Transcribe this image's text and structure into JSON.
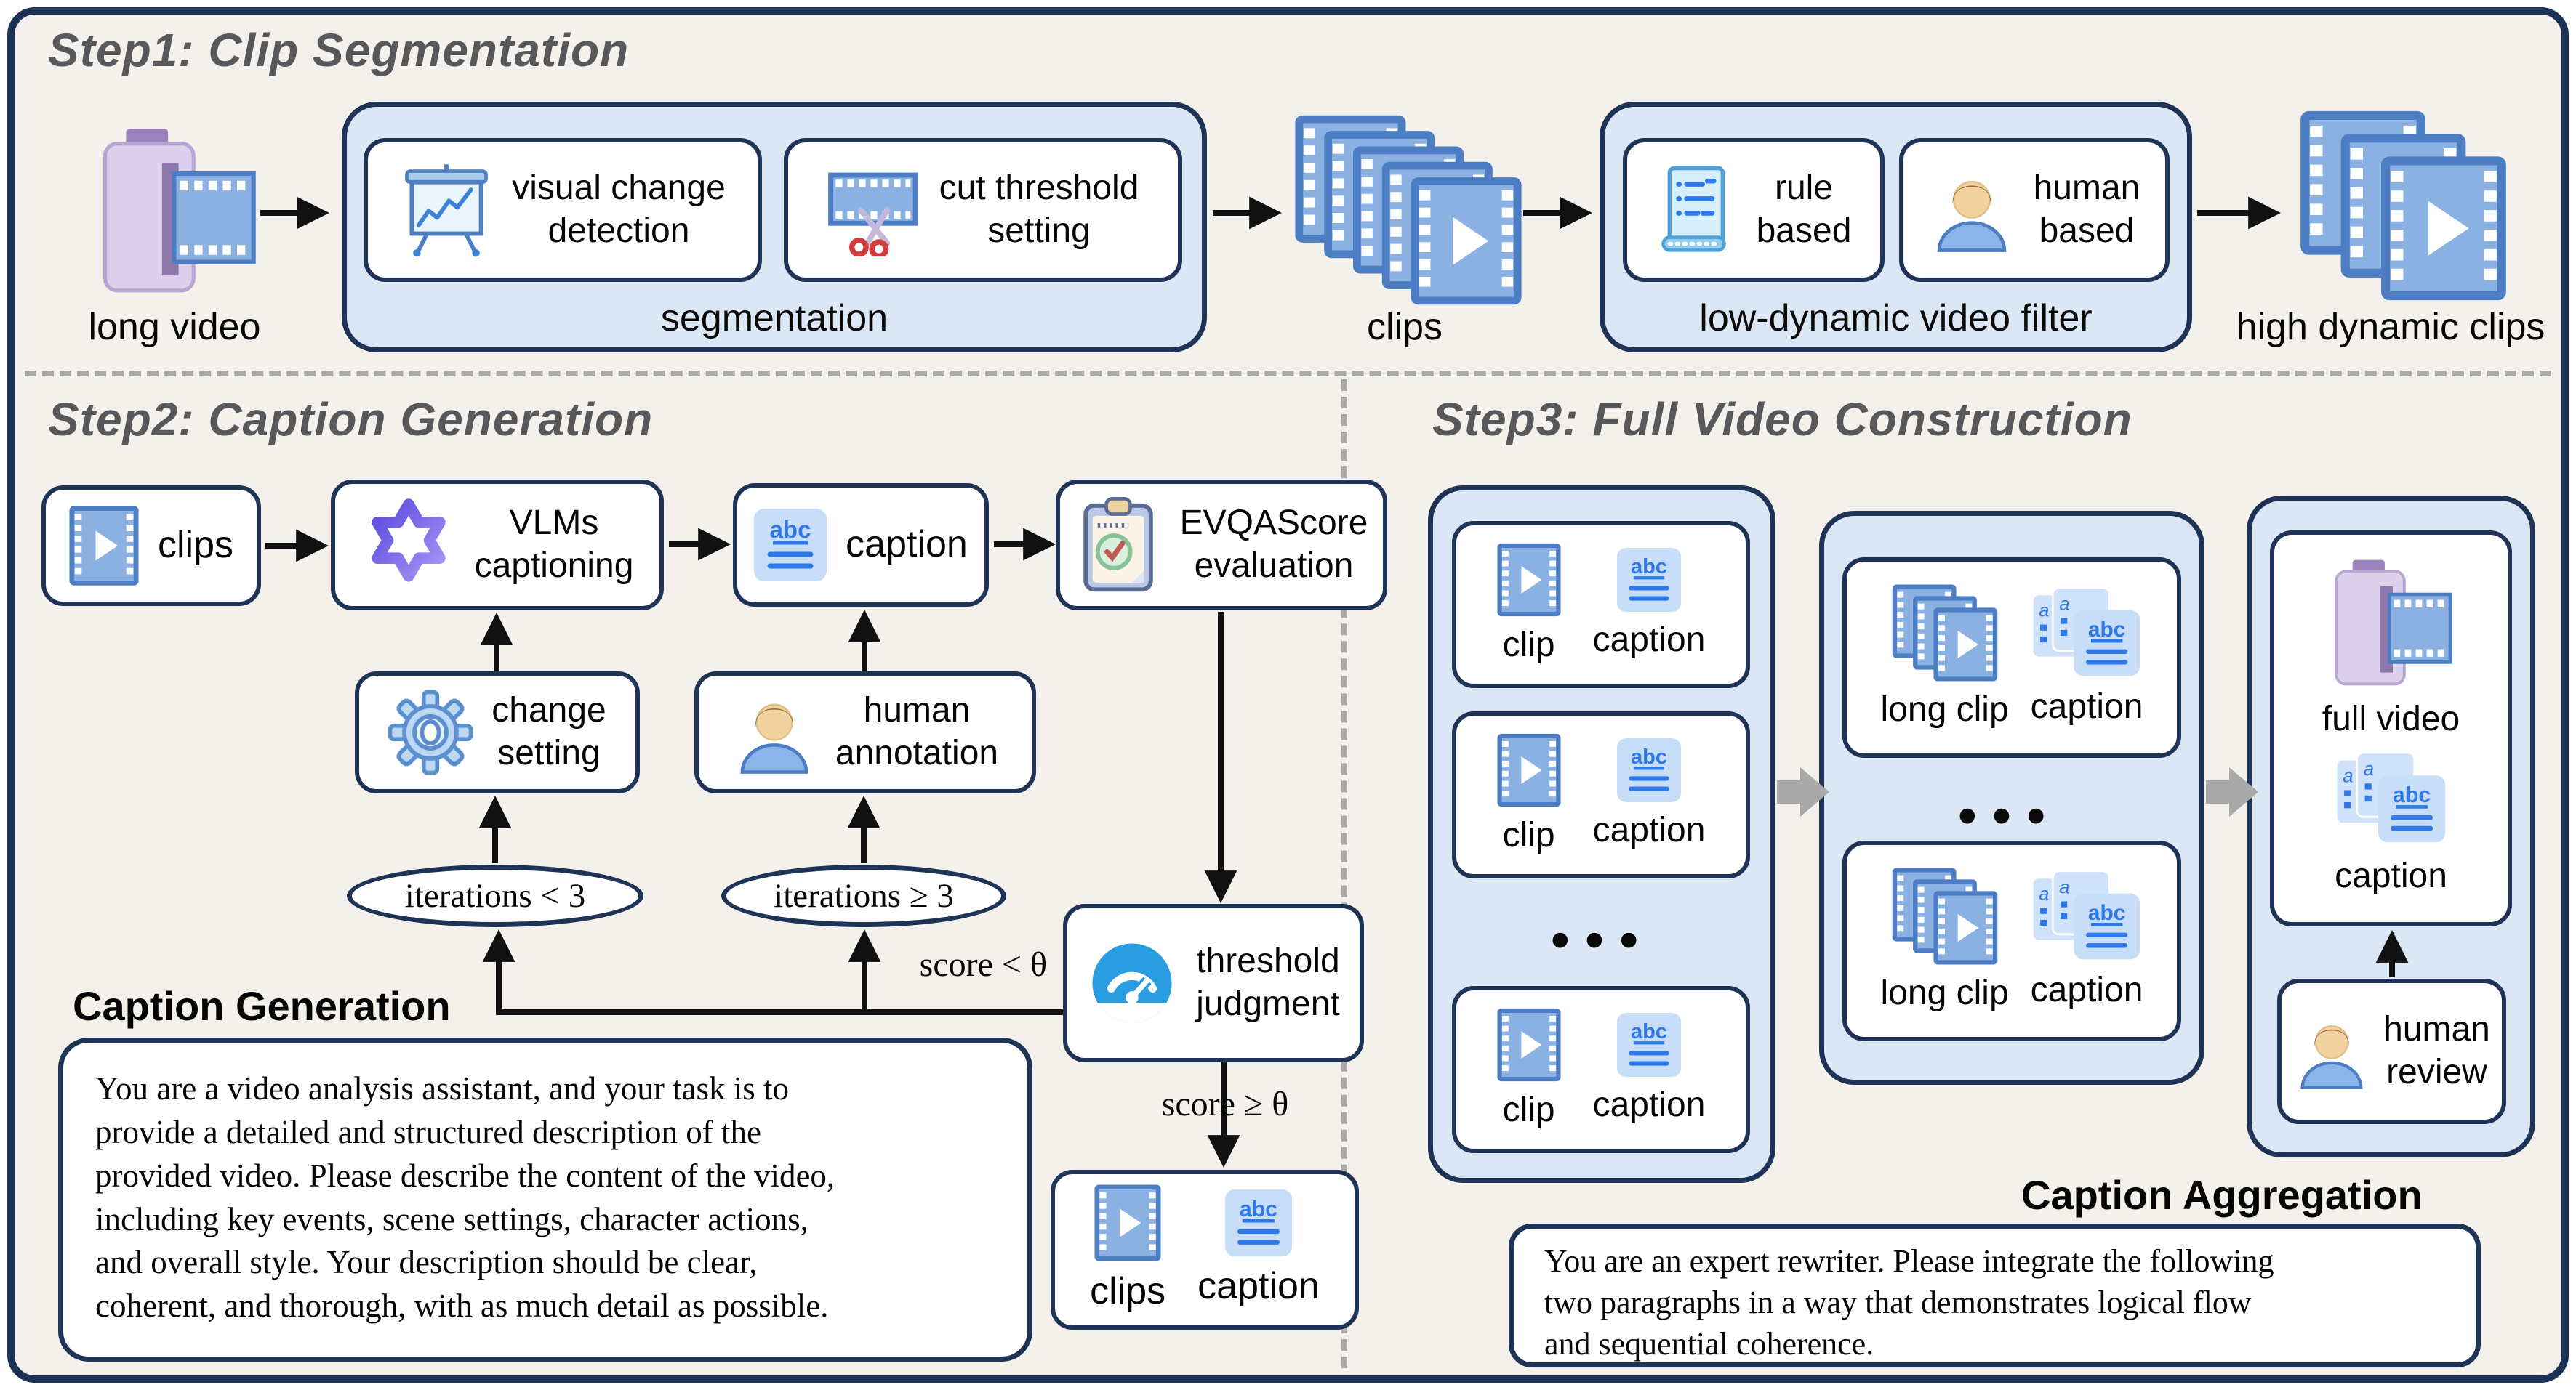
{
  "step1": {
    "title": "Step1: Clip Segmentation",
    "long_video_label": "long video",
    "segmentation": {
      "visual_change_label": "visual change\ndetection",
      "cut_threshold_label": "cut threshold\nsetting",
      "container_label": "segmentation"
    },
    "clips_label": "clips",
    "filter": {
      "rule_based_label": "rule\nbased",
      "human_based_label": "human\nbased",
      "container_label": "low-dynamic video filter"
    },
    "high_dynamic_label": "high dynamic clips"
  },
  "step2": {
    "title": "Step2: Caption Generation",
    "clips_label": "clips",
    "vlms_label": "VLMs\ncaptioning",
    "caption_label": "caption",
    "evqa_label": "EVQAScore\nevaluation",
    "change_setting_label": "change\nsetting",
    "human_annotation_label": "human\nannotation",
    "iterations_lt_label": "iterations < 3",
    "iterations_ge_label": "iterations ≥ 3",
    "threshold_label": "threshold\njudgment",
    "score_lt_label": "score < θ",
    "score_ge_label": "score ≥ θ",
    "output_clips_label": "clips",
    "output_caption_label": "caption",
    "prompt_heading": "Caption Generation",
    "prompt_text": "You are a video analysis assistant, and your task is to\nprovide a detailed and structured description of the\nprovided video. Please describe the content of the video,\nincluding key events, scene settings, character actions,\nand overall style. Your description should be clear,\ncoherent, and thorough, with as much detail as possible."
  },
  "step3": {
    "title": "Step3: Full Video Construction",
    "clip_boxes": [
      {
        "clip_label": "clip",
        "caption_label": "caption"
      },
      {
        "clip_label": "clip",
        "caption_label": "caption"
      },
      {
        "clip_label": "clip",
        "caption_label": "caption"
      }
    ],
    "left_dots": "•••",
    "long_boxes": [
      {
        "clip_label": "long clip",
        "caption_label": "caption"
      },
      {
        "clip_label": "long clip",
        "caption_label": "caption"
      }
    ],
    "middle_dots": "•••",
    "full_video_label": "full video",
    "full_caption_label": "caption",
    "human_review_label": "human\nreview",
    "aggregation_heading": "Caption Aggregation",
    "aggregation_prompt": "You are an expert rewriter. Please integrate the following\ntwo paragraphs in a way that demonstrates logical flow\nand sequential coherence."
  },
  "colors": {
    "background": "#f4f0eb",
    "container_fill": "#dbe7f5",
    "border_navy": "#1e3356",
    "accent_blue": "#2e78e8",
    "film_blue": "#8ab1e2",
    "divider_gray": "#a9a9a9",
    "title_gray": "#58585a"
  }
}
